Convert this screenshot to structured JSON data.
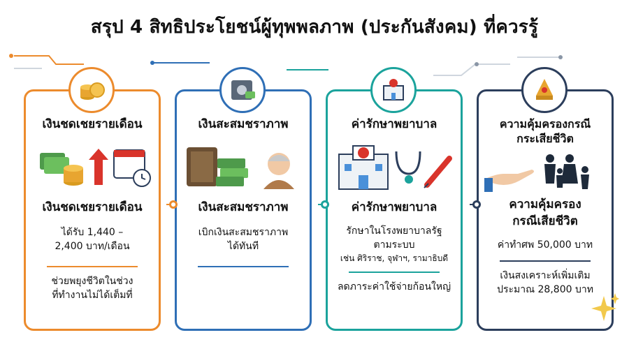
{
  "title": "สรุป 4 สิทธิประโยชน์ผู้ทุพพลภาพ (ประกันสังคม) ที่ควรรู้",
  "colors": {
    "orange": "#ec8b2d",
    "blue": "#2f6fb6",
    "teal": "#1ba39c",
    "navy": "#2c3e5c",
    "gold": "#e8a530"
  },
  "cards": [
    {
      "icon": "gold-coins-icon",
      "title": "เงินชดเชยรายเดือน",
      "subtitle": "เงินชดเชยรายเดือน",
      "desc_lines": [
        "ได้รับ 1,440 –",
        "2,400 บาท/เดือน"
      ],
      "note_lines": [
        "ช่วยพยุงชีวิตในช่วง",
        "ที่ทำงานไม่ได้เต็มที่"
      ]
    },
    {
      "icon": "safe-box-icon",
      "title": "เงินสะสมชราภาพ",
      "subtitle": "เงินสะสมชราภาพ",
      "desc_lines": [
        "เบิกเงินสะสมชราภาพ",
        "ได้ทันที"
      ]
    },
    {
      "icon": "hospital-icon",
      "title": "ค่ารักษาพยาบาล",
      "subtitle": "ค่ารักษาพยาบาล",
      "desc_lines": [
        "รักษาในโรงพยาบาลรัฐ",
        "ตามระบบ"
      ],
      "desc_small": "เช่น ศิริราช, จุฬาฯ, รามาธิบดี",
      "note_lines": [
        "ลดภาระค่าใช้จ่ายก้อนใหญ่"
      ]
    },
    {
      "icon": "thai-ornament-icon",
      "title_lines": [
        "ความคุ้มครองกรณี",
        "กระเสียชีวิต"
      ],
      "subtitle_lines": [
        "ความคุ้มครอง",
        "กรณีเสียชีวิต"
      ],
      "desc_lines": [
        "ค่าทำศพ 50,000 บาท"
      ],
      "note_lines": [
        "เงินสงเคราะห์เพิ่มเติม",
        "ประมาณ 28,800 บาท"
      ]
    }
  ]
}
